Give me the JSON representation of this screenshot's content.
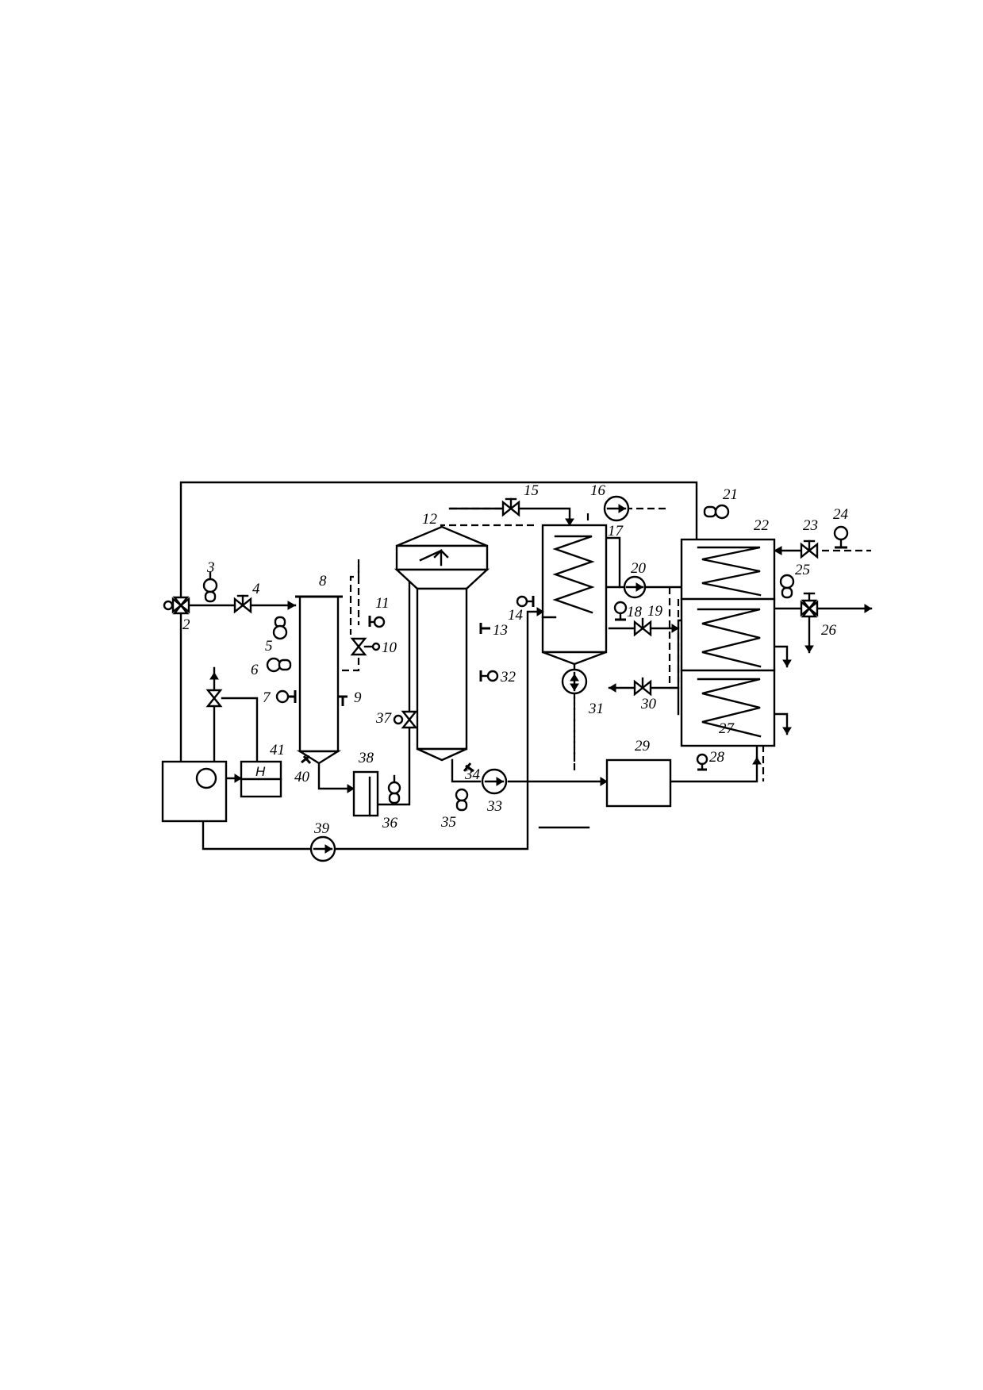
{
  "diagram": {
    "labels": {
      "n2": "2",
      "n3": "3",
      "n4": "4",
      "n5": "5",
      "n6": "6",
      "n7": "7",
      "n8": "8",
      "n9": "9",
      "n10": "10",
      "n11": "11",
      "n12": "12",
      "n13": "13",
      "n14": "14",
      "n15": "15",
      "n16": "16",
      "n17": "17",
      "n18": "18",
      "n19": "19",
      "n20": "20",
      "n21": "21",
      "n22": "22",
      "n23": "23",
      "n24": "24",
      "n25": "25",
      "n26": "26",
      "n27": "27",
      "n28": "28",
      "n29": "29",
      "n30": "30",
      "n31": "31",
      "n32": "32",
      "n33": "33",
      "n34": "34",
      "n35": "35",
      "n36": "36",
      "n37": "37",
      "n38": "38",
      "n39": "39",
      "n40": "40",
      "n41": "41"
    },
    "meter_letter": "H"
  }
}
